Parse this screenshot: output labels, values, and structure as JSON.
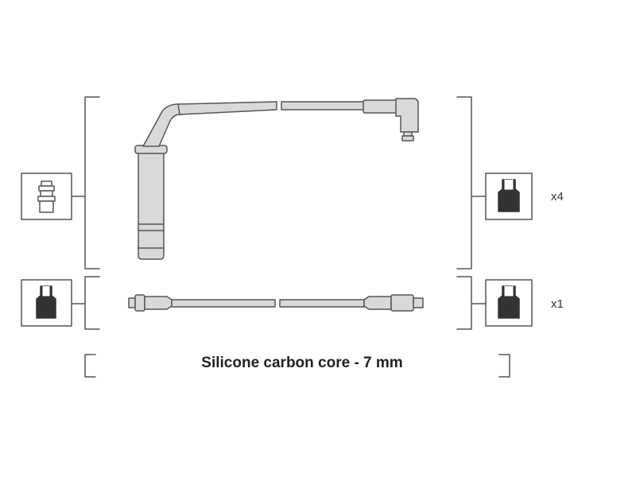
{
  "colors": {
    "line": "#555555",
    "wire_fill": "#d9d9d9",
    "connector_dark": "#333333"
  },
  "icons": {
    "left_top": "spark-plug-terminal-icon",
    "left_bottom": "boot-terminal-icon",
    "right_top": "boot-terminal-icon",
    "right_bottom": "boot-terminal-icon"
  },
  "quantities": {
    "top_set": "x4",
    "bottom_set": "x1"
  },
  "caption": "Silicone carbon core - 7 mm"
}
